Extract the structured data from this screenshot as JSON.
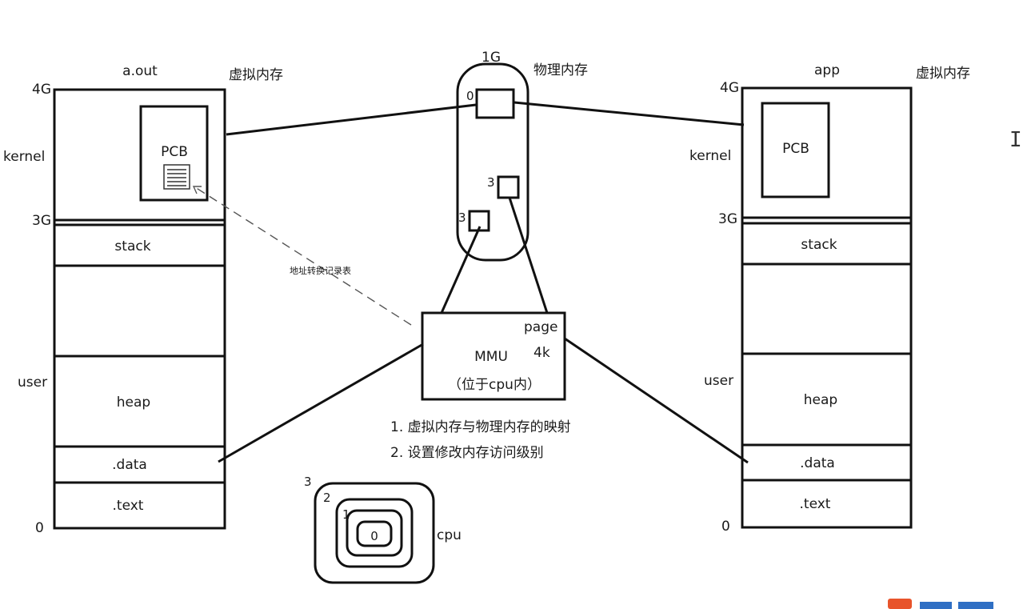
{
  "left_space": {
    "title": "a.out",
    "virtual_label": "虚拟内存",
    "top_addr": "4G",
    "mid_addr": "3G",
    "bottom_addr": "0",
    "kernel_label": "kernel",
    "user_label": "user",
    "pcb_label": "PCB",
    "segments": {
      "stack": "stack",
      "heap": "heap",
      "data": ".data",
      "text": ".text"
    }
  },
  "right_space": {
    "title": "app",
    "virtual_label": "虚拟内存",
    "top_addr": "4G",
    "mid_addr": "3G",
    "bottom_addr": "0",
    "kernel_label": "kernel",
    "user_label": "user",
    "pcb_label": "PCB",
    "segments": {
      "stack": "stack",
      "heap": "heap",
      "data": ".data",
      "text": ".text"
    }
  },
  "physical_memory": {
    "size_label": "1G",
    "title": "物理内存",
    "page_labels": [
      "0",
      "3",
      "3"
    ]
  },
  "mmu": {
    "title": "MMU",
    "page_label": "page",
    "page_size": "4k",
    "location": "（位于cpu内）"
  },
  "annotation": "地址转换记录表",
  "mmu_functions": [
    "1. 虚拟内存与物理内存的映射",
    "2. 设置修改内存访问级别"
  ],
  "cpu_rings": {
    "label": "cpu",
    "levels": [
      "3",
      "2",
      "1",
      "0"
    ]
  }
}
